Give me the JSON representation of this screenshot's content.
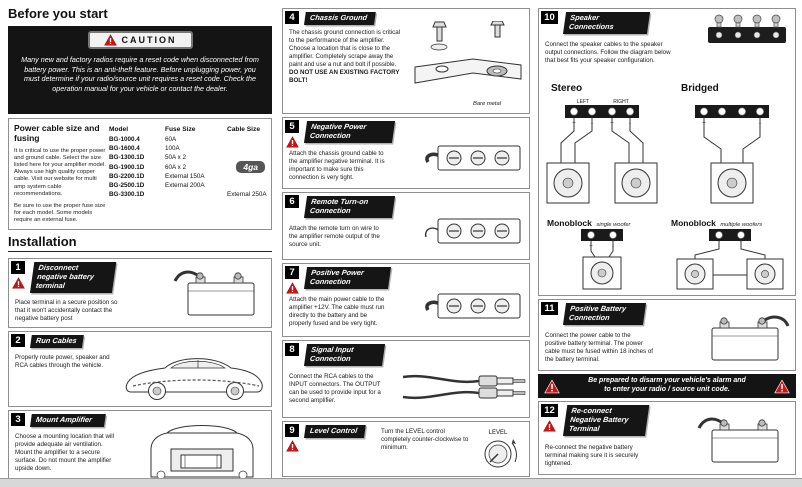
{
  "headings": {
    "before_you_start": "Before you start",
    "installation": "Installation",
    "stereo": "Stereo",
    "bridged": "Bridged",
    "monoblock1": "Monoblock",
    "monoblock1_sub": "single woofer",
    "monoblock2": "Monoblock",
    "monoblock2_sub": "multiple woofers"
  },
  "caution": {
    "label": "CAUTION",
    "text": "Many new and factory radios require a reset code when disconnected from battery power. This is an anti-theft feature. Before unplugging power, you must determine if your radio/source unit requires a reset code. Check the operation manual for your vehicle or contact the dealer."
  },
  "power_table": {
    "title": "Power cable size and fusing",
    "col_model": "Model",
    "col_fuse": "Fuse Size",
    "col_cable": "Cable Size",
    "rows": [
      {
        "model": "BG-1000.4",
        "fuse": "60A",
        "cable": ""
      },
      {
        "model": "BG-1600.4",
        "fuse": "100A",
        "cable": ""
      },
      {
        "model": "BG-1300.1D",
        "fuse": "50A x 2",
        "cable": ""
      },
      {
        "model": "BG-1900.1D",
        "fuse": "60A x 2",
        "cable": ""
      },
      {
        "model": "BG-2200.1D",
        "fuse": "External 150A",
        "cable": ""
      },
      {
        "model": "BG-2500.1D",
        "fuse": "External 200A",
        "cable": ""
      },
      {
        "model": "BG-3300.1D",
        "fuse": "",
        "cable": "External 250A"
      }
    ],
    "badge": "4ga",
    "note1": "It is critical to use the proper power and ground cable. Select the size listed here for your amplifier model. Always use high quality copper cable. Visit our website for multi amp system cable recommendations.",
    "note2": "Be sure to use the proper fuse size for each model. Some models require an external fuse."
  },
  "steps": [
    {
      "num": "1",
      "title": "Disconnect negative battery terminal",
      "text": "Place terminal in a secure position so that it won't accidentally contact the negative battery post"
    },
    {
      "num": "2",
      "title": "Run Cables",
      "text": "Properly route power, speaker and RCA cables through the vehicle."
    },
    {
      "num": "3",
      "title": "Mount Amplifier",
      "text": "Choose a mounting location that will provide adequate air ventilation. Mount the amplifier to a secure surface. Do not mount the amplifier upside down."
    },
    {
      "num": "4",
      "title": "Chassis Ground",
      "text": "The chassis ground connection is critical to the performance of the amplifier. Choose a location that is close to the amplifier. Completely scrape away the paint and use a nut and bolt if possible.",
      "warning": "DO NOT USE AN EXISTING FACTORY BOLT!"
    },
    {
      "num": "5",
      "title": "Negative Power Connection",
      "text": "Attach the chassis ground cable to the amplifier negative terminal. It is important to make sure this connection is very tight."
    },
    {
      "num": "6",
      "title": "Remote Turn-on Connection",
      "text": "Attach the remote turn on wire to the amplifier remote output of the source unit."
    },
    {
      "num": "7",
      "title": "Positive Power Connection",
      "text": "Attach the main power cable to the amplifier +12V. The cable must run directly to the battery and be properly fused and be very tight."
    },
    {
      "num": "8",
      "title": "Signal Input Connection",
      "text": "Connect the RCA cables to the INPUT connectors. The OUTPUT can be used to provide input for a second amplifier."
    },
    {
      "num": "9",
      "title": "Level Control",
      "text": "Turn the LEVEL control completely counter-clockwise to minimum."
    },
    {
      "num": "10",
      "title": "Speaker Connections",
      "text": "Connect the speaker cables to the speaker output connections. Follow the diagram below that best fits your speaker configuration."
    },
    {
      "num": "11",
      "title": "Positive Battery Connection",
      "text": "Connect the power cable to the positive battery terminal. The power cable must be fused within 18 inches of the battery terminal."
    },
    {
      "num": "12",
      "title": "Re-connect Negative Battery Terminal",
      "text": "Re-connect the negative battery terminal making sure it is securely tightened."
    }
  ],
  "alarm": {
    "line1": "Be prepared to disarm your vehicle's alarm and",
    "line2": "to enter your radio / source unit code."
  },
  "labels": {
    "bare_metal": "Bare metal",
    "level": "LEVEL",
    "left": "LEFT",
    "right": "RIGHT",
    "plus": "+",
    "minus": "-"
  }
}
